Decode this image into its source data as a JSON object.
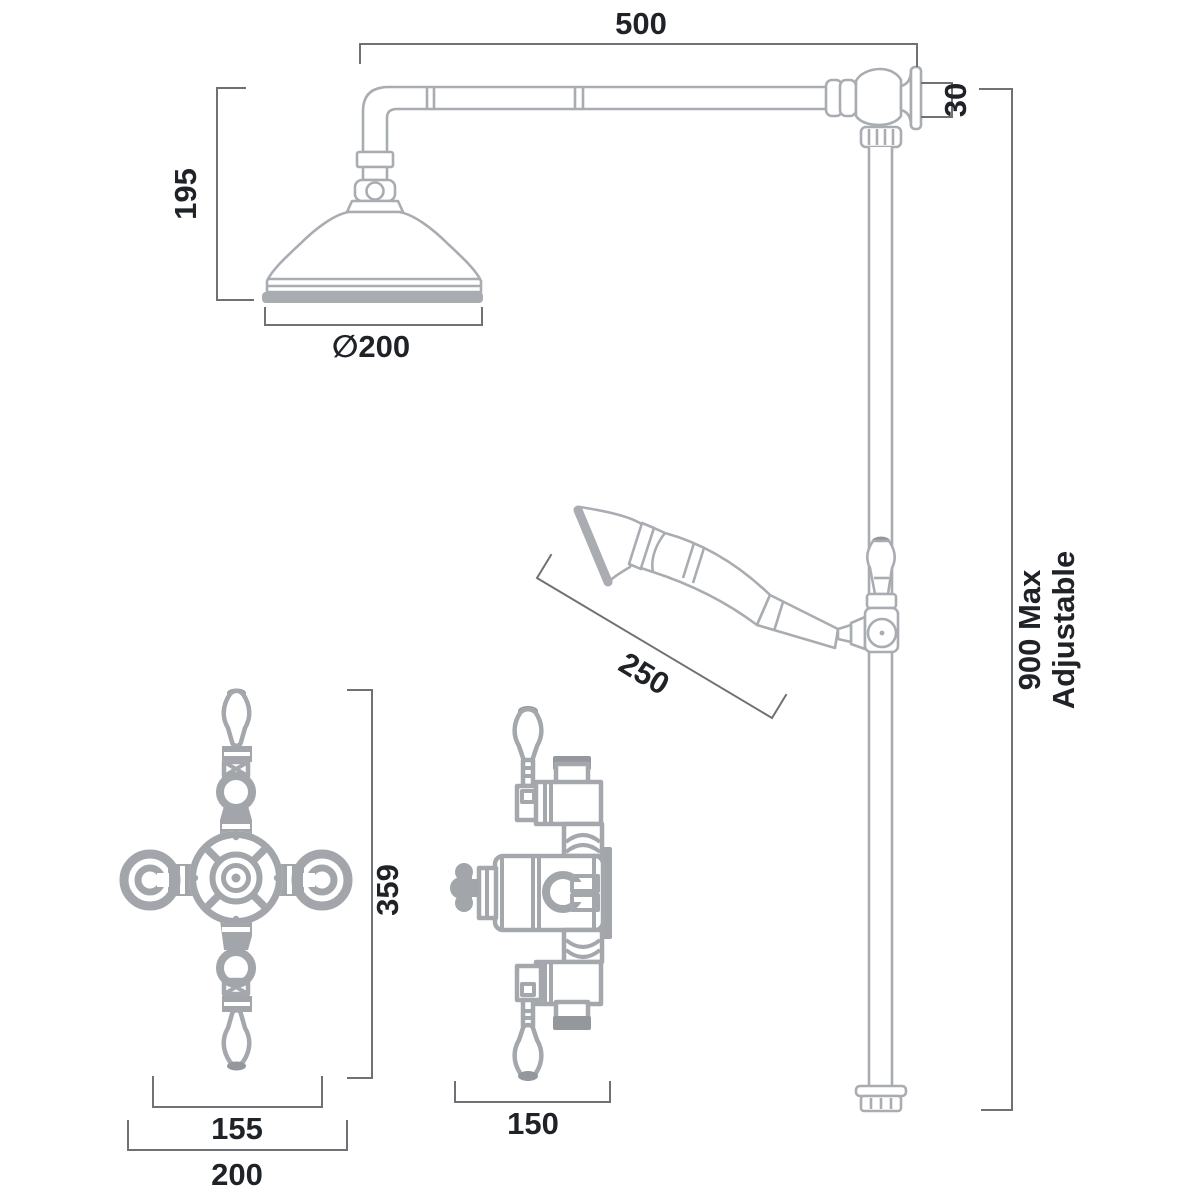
{
  "drawing": {
    "type": "technical-dimension-drawing",
    "subject": "traditional exposed thermostatic shower with rigid riser, fixed head, handset and dual-control valve"
  },
  "colors": {
    "background": "#ffffff",
    "fixture_outline": "#a9adb2",
    "valve_gray": "#a2a6aa",
    "cap_gray": "#94989c",
    "dimension_line": "#6e7277",
    "dimension_text": "#1f2226"
  },
  "dimensions": {
    "arm_length": "500",
    "wall_fixing": "30",
    "head_height": "195",
    "head_diameter": "∅200",
    "handset_length": "250",
    "riser_max_line1": "900 Max",
    "riser_max_line2": "Adjustable",
    "valve_front_height": "359",
    "valve_front_width_inner": "155",
    "valve_front_width_outer": "200",
    "valve_side_width": "150"
  }
}
